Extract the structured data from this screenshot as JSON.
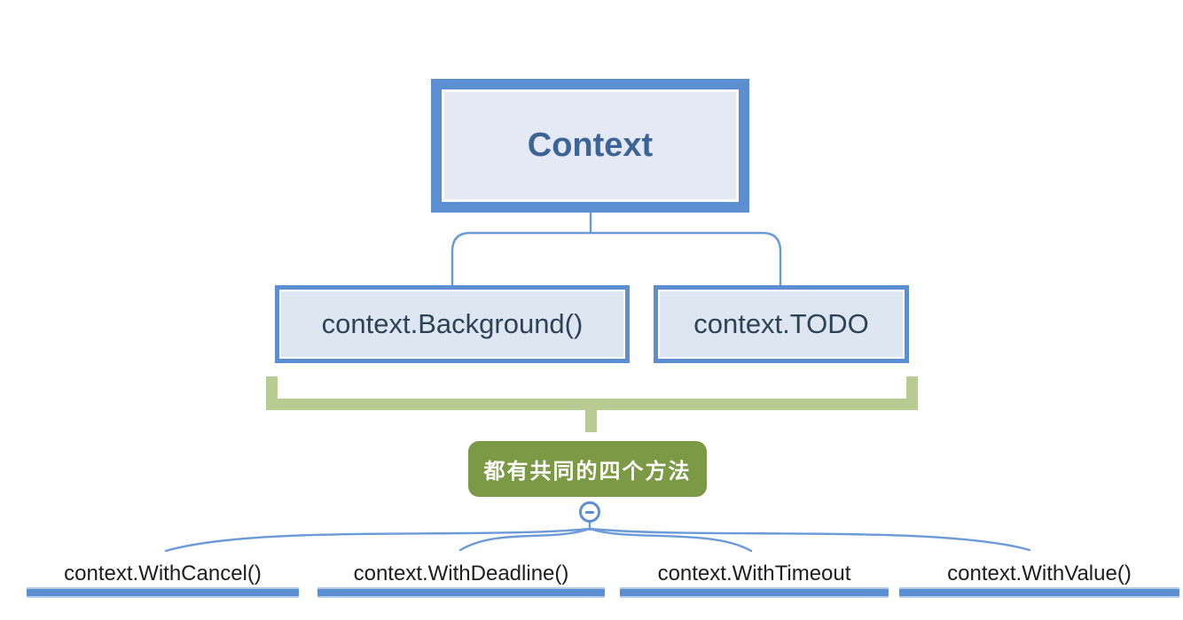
{
  "diagram": {
    "root": {
      "label": "Context"
    },
    "children": [
      {
        "label": "context.Background()"
      },
      {
        "label": "context.TODO"
      }
    ],
    "summary": {
      "label": "都有共同的四个方法"
    },
    "methods": [
      {
        "label": "context.WithCancel()"
      },
      {
        "label": "context.WithDeadline()"
      },
      {
        "label": "context.WithTimeout"
      },
      {
        "label": "context.WithValue()"
      }
    ],
    "icons": {
      "collapse": "minus-icon"
    }
  },
  "colors": {
    "blue-border": "#5b8fd1",
    "blue-line": "#6b9ad8",
    "bar-edge": "#b5cce9",
    "root-fill": "#e4e9f3",
    "child-fill": "#dee6f1",
    "root-text": "#3c6496",
    "child-text": "#2e4257",
    "green-bracket": "#b8cb92",
    "green-box": "#7c9945",
    "method-text": "#1d1d1f"
  }
}
